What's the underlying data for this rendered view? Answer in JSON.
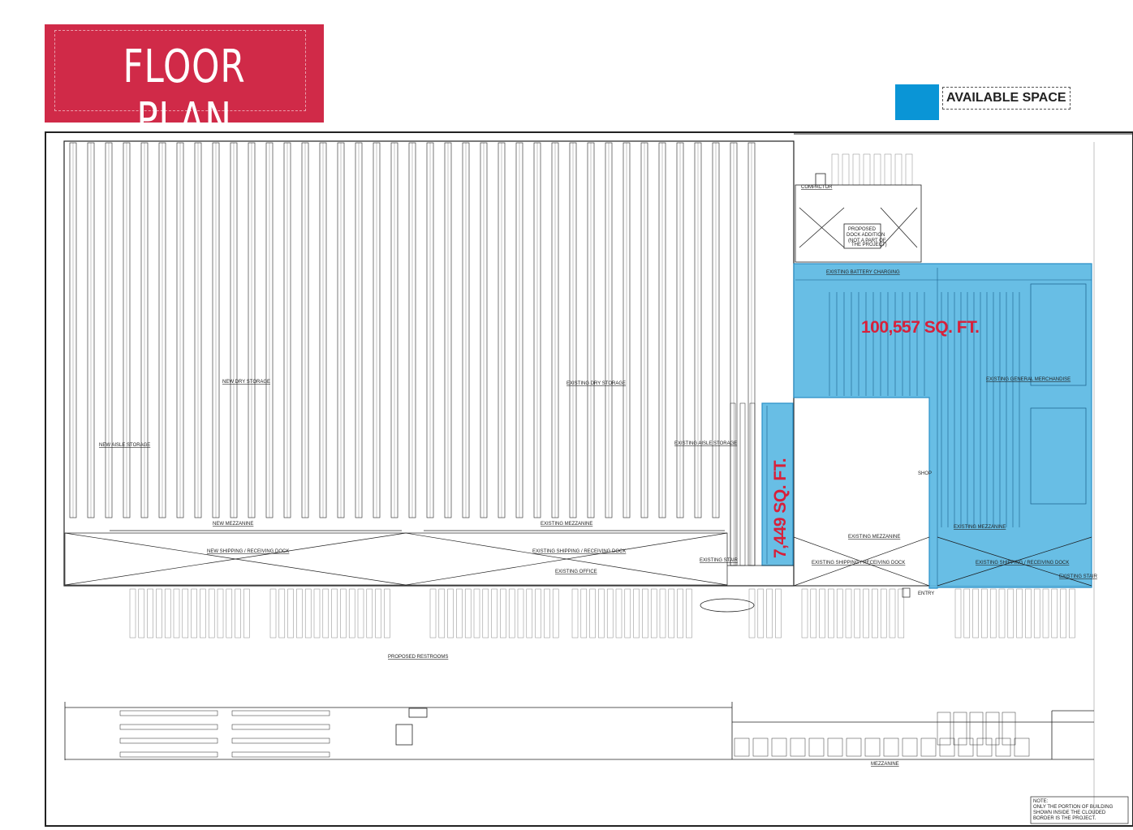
{
  "title": "FLOOR PLAN",
  "legend": {
    "label": "AVAILABLE SPACE",
    "color": "#0a95d6"
  },
  "colors": {
    "accent": "#d02a48",
    "available_fill": "#5bb8e3",
    "available_stroke": "#2a8fc7"
  },
  "areas": {
    "large": "100,557 SQ. FT.",
    "small": "7,449 SQ. FT."
  },
  "plan_labels": {
    "new_dry_storage": "NEW DRY STORAGE",
    "existing_dry_storage": "EXISTING DRY STORAGE",
    "new_aisle_storage": "NEW AISLE STORAGE",
    "existing_aisle_storage": "EXISTING AISLE STORAGE",
    "new_mezzanine": "NEW MEZZANINE",
    "existing_mezzanine": "EXISTING MEZZANINE",
    "new_shipping_dock": "NEW SHIPPING / RECEIVING DOCK",
    "existing_shipping_dock": "EXISTING SHIPPING / RECEIVING DOCK",
    "existing_shipping_dock_2": "EXISTING SHIPPING / RECEIVING DOCK",
    "existing_shipping_dock_3": "EXISTING SHIPPING / RECEIVING DOCK",
    "existing_office": "EXISTING OFFICE",
    "existing_stair": "EXISTING STAIR",
    "existing_stair_2": "EXISTING STAIR",
    "existing_mezzanine_2": "EXISTING MEZZANINE",
    "existing_mezzanine_3": "EXISTING MEZZANINE",
    "existing_battery_charging": "EXISTING BATTERY CHARGING",
    "existing_general_merchandise": "EXISTING GENERAL MERCHANDISE",
    "compactor": "COMPACTOR",
    "proposed_dock_addition_1": "PROPOSED",
    "proposed_dock_addition_2": "DOCK ADDITION",
    "proposed_dock_addition_3": "(NOT A PART OF",
    "proposed_dock_addition_4": "THE PROJECT)",
    "shop": "SHOP",
    "entry": "ENTRY",
    "proposed_restrooms": "PROPOSED RESTROOMS",
    "mezzanine": "MEZZANINE",
    "note_1": "NOTE:",
    "note_2": "ONLY THE PORTION OF BUILDING",
    "note_3": "SHOWN INSIDE THE CLOUDED",
    "note_4": "BORDER IS THE PROJECT."
  }
}
